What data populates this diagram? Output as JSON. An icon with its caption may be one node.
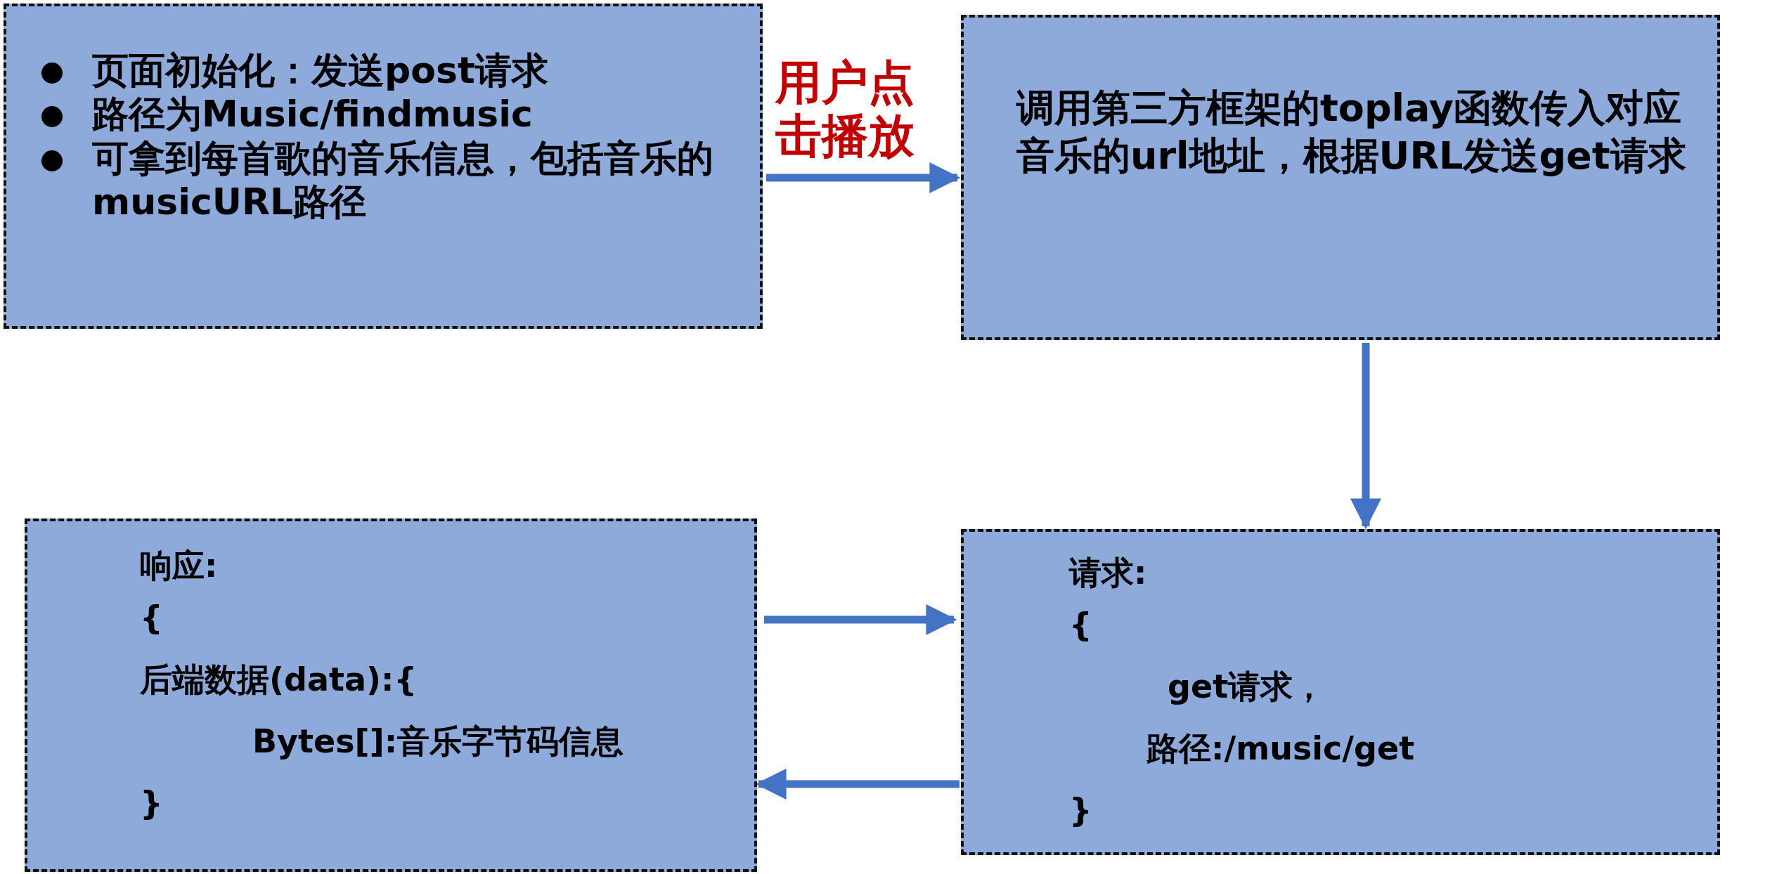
{
  "diagram": {
    "nodes": [
      {
        "text": [
          "页面初始化：发送post请求",
          "路径为Music/findmusic",
          "可拿到每首歌的音乐信息，包括音乐的musicURL路径"
        ]
      },
      {
        "text": [
          "调用第三方框架的toplay函数传入对应音乐的url地址，根据URL发送get请求"
        ]
      },
      {
        "text": [
          "响应:",
          "{",
          "后端数据(data):{",
          "Bytes[]:音乐字节码信息",
          "}"
        ]
      },
      {
        "text": [
          "请求:",
          "{",
          "get请求，",
          "路径:/music/get",
          "}"
        ]
      }
    ],
    "edges": [
      {
        "from": 0,
        "to": 1,
        "arrow": "to",
        "label": "用户点击播放"
      },
      {
        "from": 1,
        "to": 3,
        "arrow": "to"
      },
      {
        "from": 2,
        "to": 3,
        "arrow": "to"
      },
      {
        "from": 3,
        "to": 2,
        "arrow": "to"
      }
    ]
  }
}
